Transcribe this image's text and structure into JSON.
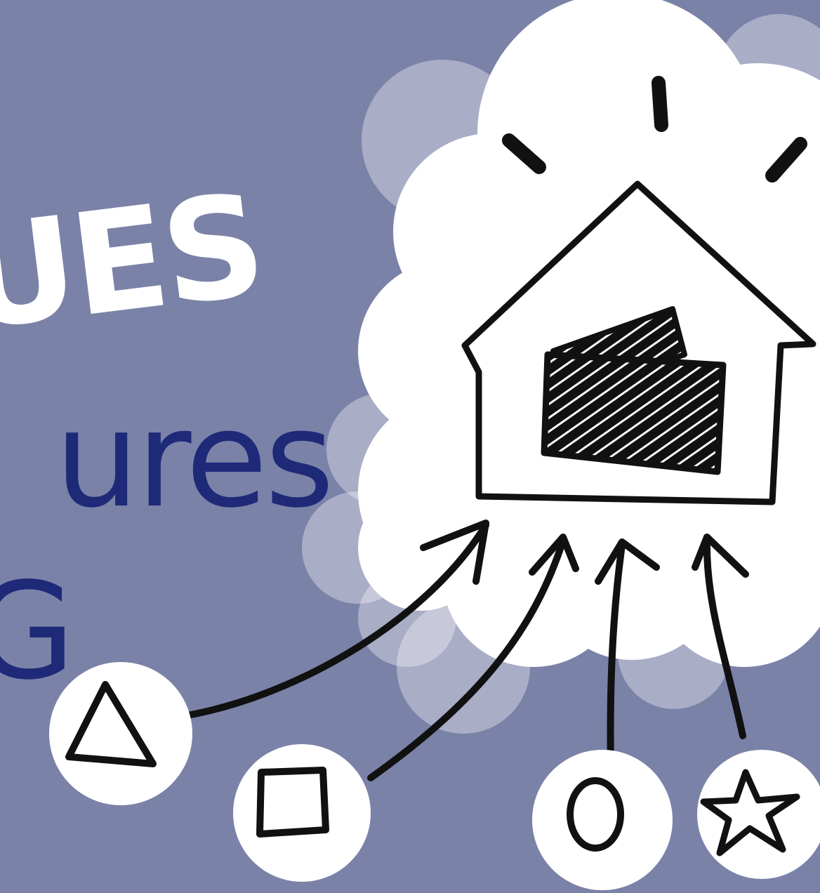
{
  "background_color": "#7b82a8",
  "text": {
    "line1": "UES",
    "line2": "ures",
    "line3": "G"
  },
  "illustration": {
    "cloud_color": "#ffffff",
    "ink_color": "#111111",
    "center": "house-with-card-icon",
    "input_shapes": [
      "triangle-icon",
      "square-icon",
      "circle-icon",
      "star-icon"
    ]
  }
}
